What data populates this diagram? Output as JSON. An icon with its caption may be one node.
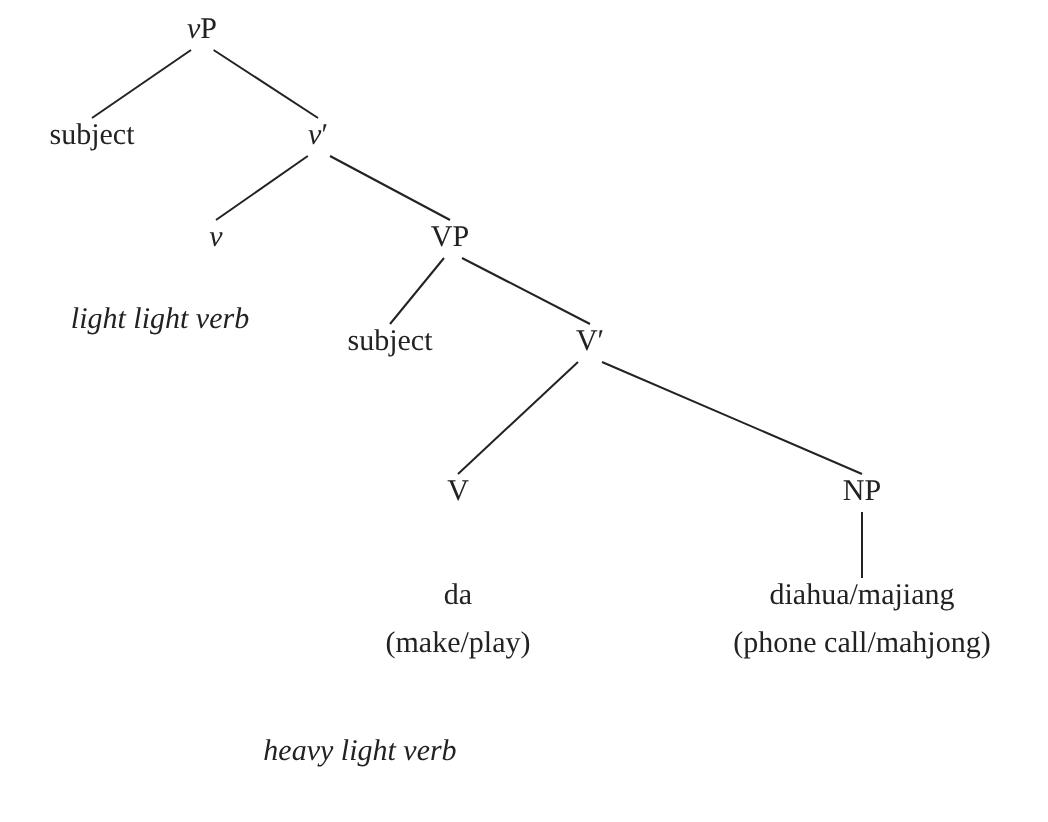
{
  "diagram": {
    "nodes": [
      {
        "text": [
          "vP"
        ]
      },
      {
        "text": [
          "subject"
        ]
      },
      {
        "text": [
          "*v*′"
        ]
      },
      {
        "text": [
          "v"
        ]
      },
      {
        "text": [
          "VP"
        ]
      },
      {
        "text": [
          "subject"
        ]
      },
      {
        "text": [
          "V′"
        ]
      },
      {
        "text": [
          "V"
        ]
      },
      {
        "text": [
          "NP"
        ]
      },
      {
        "text": [
          "da",
          "(make/play)"
        ]
      },
      {
        "text": [
          "diahua/majiang",
          "(phone call/mahjong)"
        ]
      }
    ],
    "edges": [
      {
        "from": 0,
        "to": 1,
        "arrow": "none"
      },
      {
        "from": 0,
        "to": 2,
        "arrow": "none"
      },
      {
        "from": 2,
        "to": 3,
        "arrow": "none"
      },
      {
        "from": 2,
        "to": 4,
        "arrow": "none"
      },
      {
        "from": 4,
        "to": 5,
        "arrow": "none"
      },
      {
        "from": 4,
        "to": 6,
        "arrow": "none"
      },
      {
        "from": 6,
        "to": 7,
        "arrow": "none"
      },
      {
        "from": 6,
        "to": 8,
        "arrow": "none"
      },
      {
        "from": 8,
        "to": 10,
        "arrow": "none"
      }
    ],
    "labels": [
      "light light verb",
      "heavy light verb"
    ]
  }
}
